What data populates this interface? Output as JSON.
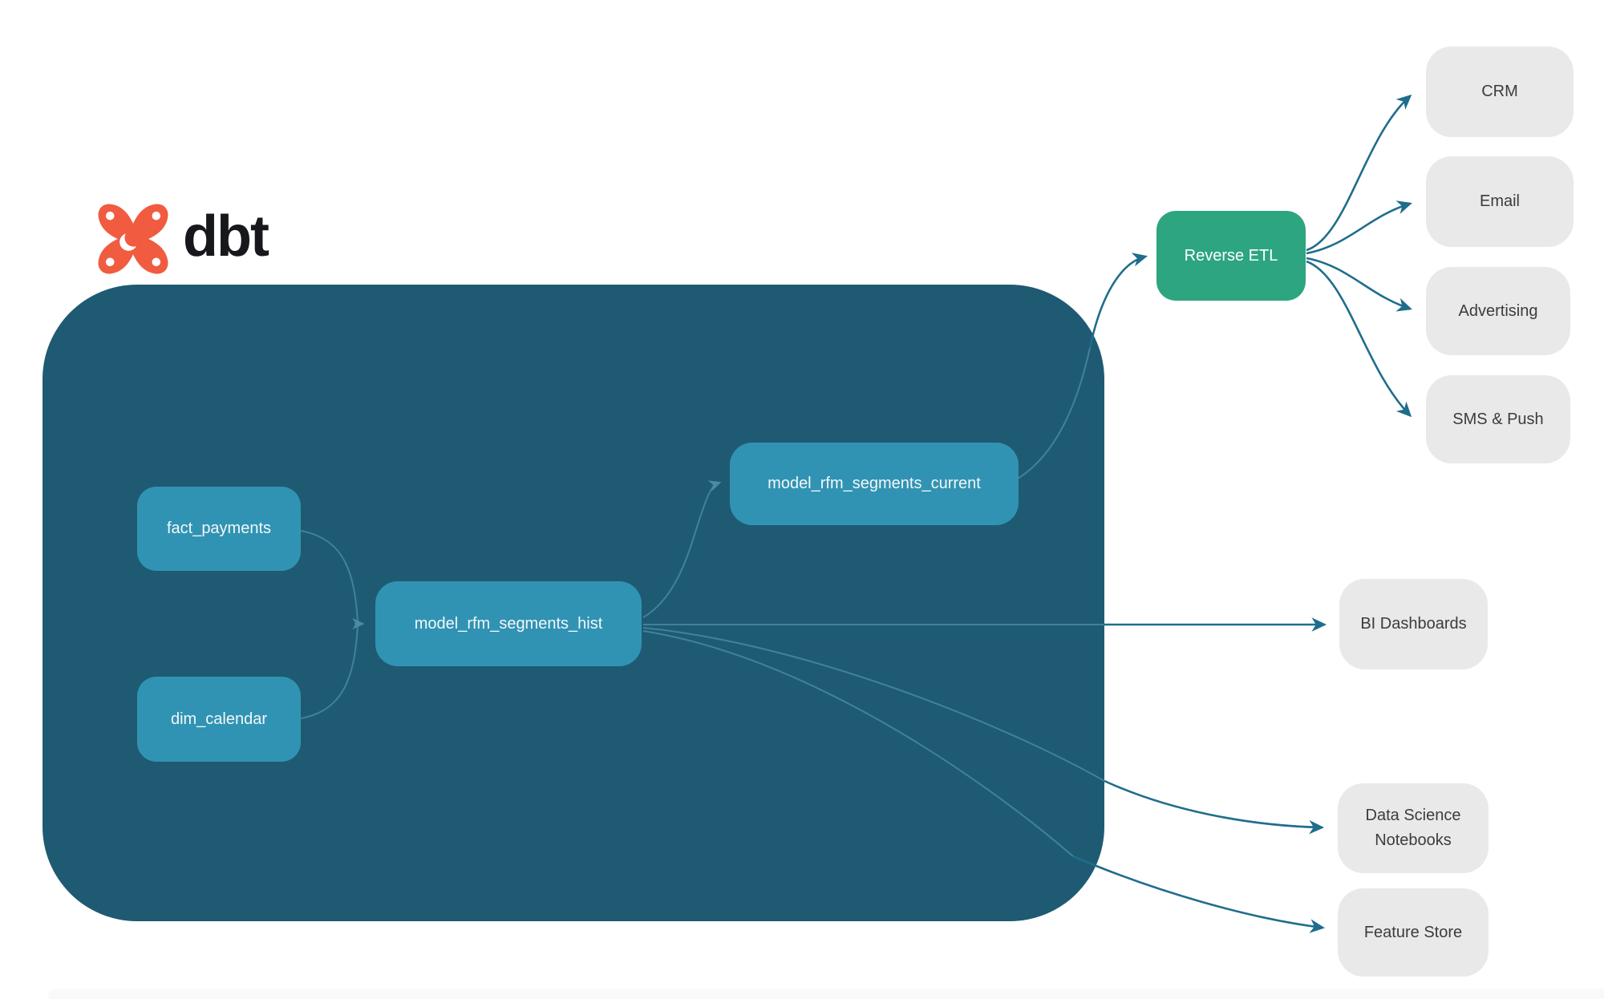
{
  "logo": {
    "text": "dbt"
  },
  "pipeline": {
    "sources": [
      {
        "label": "fact_payments"
      },
      {
        "label": "dim_calendar"
      }
    ],
    "models": [
      {
        "label": "model_rfm_segments_hist"
      },
      {
        "label": "model_rfm_segments_current"
      }
    ],
    "reverse_etl": {
      "label": "Reverse ETL"
    },
    "activation_destinations": [
      {
        "label": "CRM"
      },
      {
        "label": "Email"
      },
      {
        "label": "Advertising"
      },
      {
        "label": "SMS & Push"
      }
    ],
    "analytics_destinations": [
      {
        "label": "BI Dashboards"
      },
      {
        "label": "Data Science Notebooks"
      },
      {
        "label": "Feature Store"
      }
    ]
  },
  "edges": [
    {
      "from": "fact_payments",
      "to": "model_rfm_segments_hist"
    },
    {
      "from": "dim_calendar",
      "to": "model_rfm_segments_hist"
    },
    {
      "from": "model_rfm_segments_hist",
      "to": "model_rfm_segments_current"
    },
    {
      "from": "model_rfm_segments_current",
      "to": "Reverse ETL"
    },
    {
      "from": "Reverse ETL",
      "to": "CRM"
    },
    {
      "from": "Reverse ETL",
      "to": "Email"
    },
    {
      "from": "Reverse ETL",
      "to": "Advertising"
    },
    {
      "from": "Reverse ETL",
      "to": "SMS & Push"
    },
    {
      "from": "model_rfm_segments_hist",
      "to": "BI Dashboards"
    },
    {
      "from": "model_rfm_segments_hist",
      "to": "Data Science Notebooks"
    },
    {
      "from": "model_rfm_segments_hist",
      "to": "Feature Store"
    }
  ],
  "colors": {
    "canvas-bg": "#ffffff",
    "warehouse-bg": "#1f5a73",
    "node-bg": "#3193b3",
    "node-text": "#f2f8fa",
    "reverse-etl-bg": "#2da581",
    "dest-bg": "#e9e9e9",
    "dest-text": "#3c3c3c",
    "edge-out": "#1f6d8c",
    "edge-in": "#4a8ba4",
    "logo-orange": "#F15B40",
    "logo-text": "#17181c"
  }
}
